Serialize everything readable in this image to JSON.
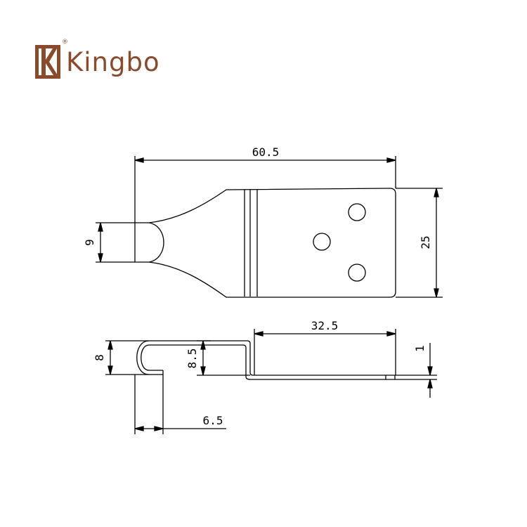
{
  "logo": {
    "brand_name": "Kingbo",
    "emblem_letter": "K",
    "registered_mark": "®",
    "brand_color": "#8a4a2c"
  },
  "dimensions": {
    "top_width": "60.5",
    "left_tab_height": "9",
    "right_height": "25",
    "side_span": "32.5",
    "hook_height": "8",
    "step_height": "8.5",
    "thickness": "1",
    "hook_width": "6.5"
  },
  "line_color": "#000000"
}
